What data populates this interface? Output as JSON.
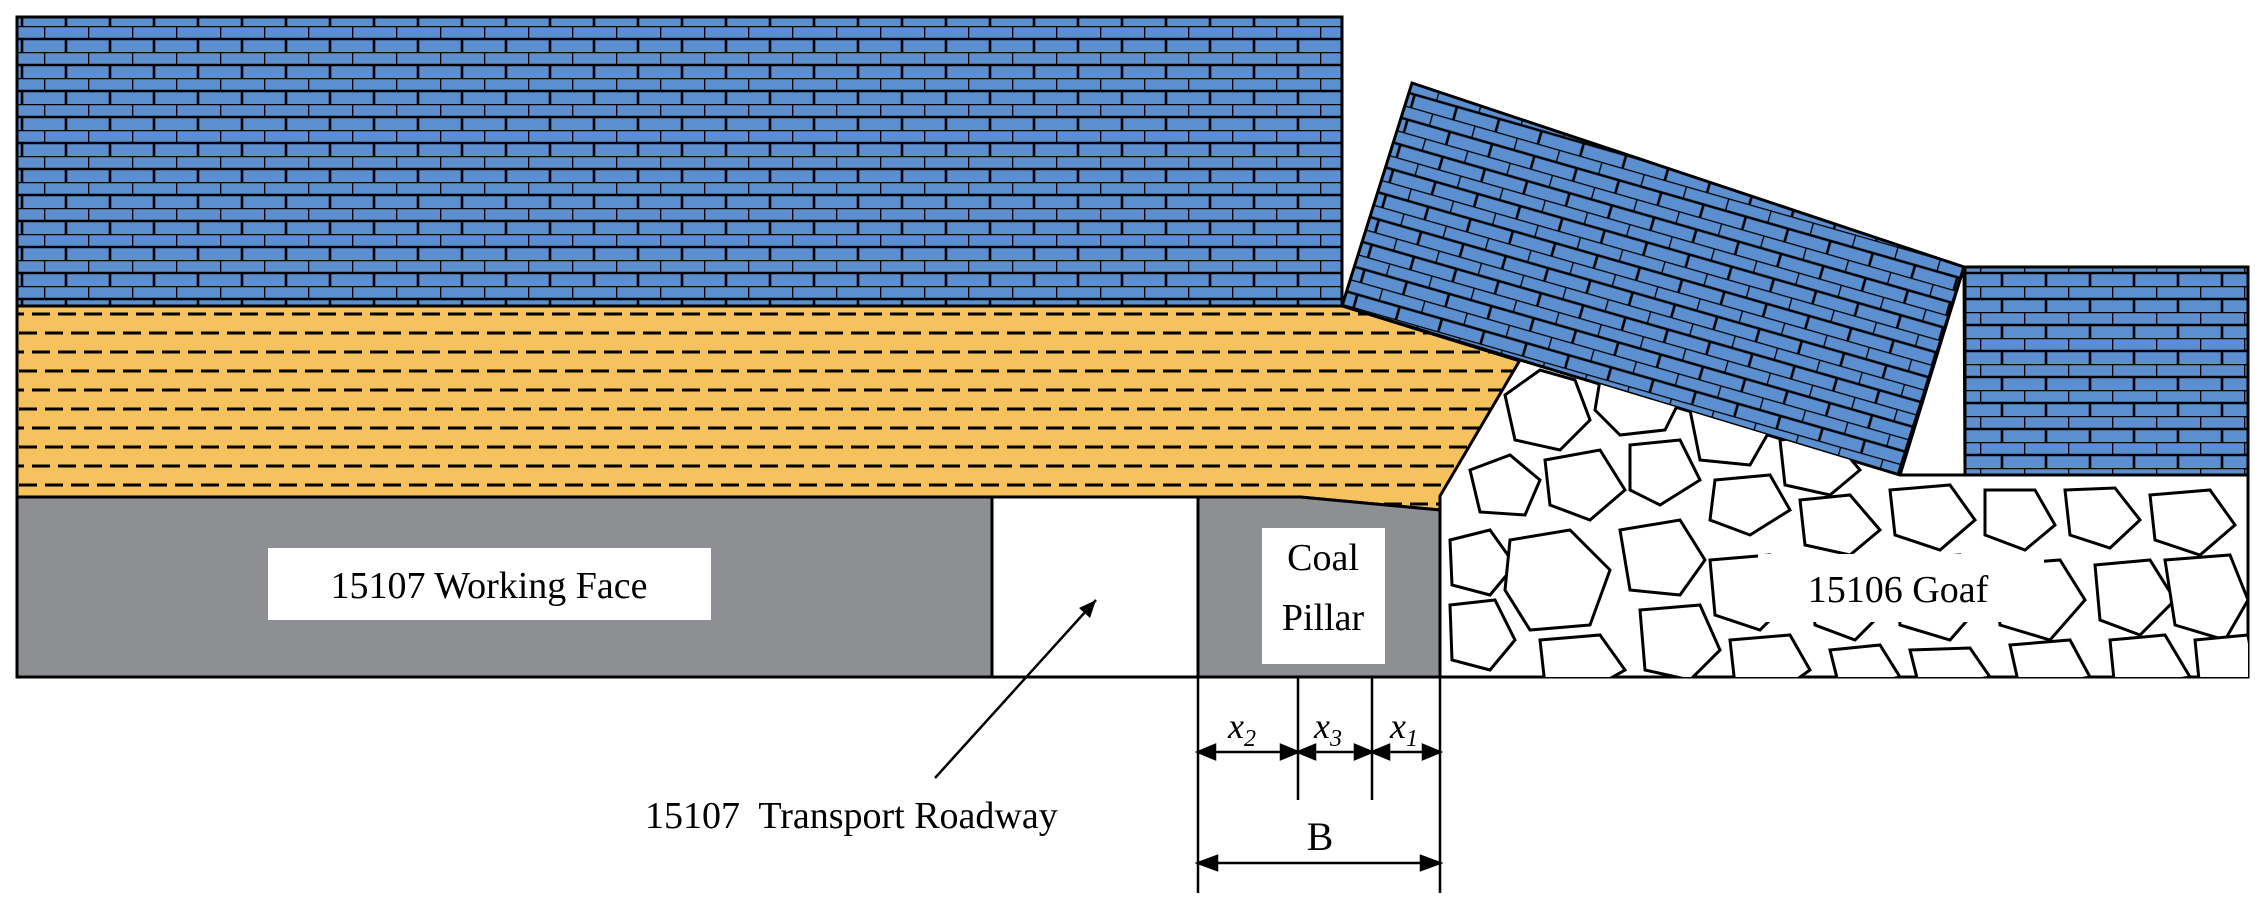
{
  "labels": {
    "working_face": "15107 Working Face",
    "roadway": "15107  Transport Roadway",
    "pillar_line1": "Coal",
    "pillar_line2": "Pillar",
    "goaf": "15106 Goaf",
    "dim_x1": "x",
    "dim_x1_sub": "1",
    "dim_x2": "x",
    "dim_x2_sub": "2",
    "dim_x3": "x",
    "dim_x3_sub": "3",
    "dim_B": "B"
  },
  "colors": {
    "limestone": "#5b8fd0",
    "sandstone": "#f5c25e",
    "coal": "#8e8f92",
    "outline": "#000000",
    "background": "#ffffff"
  },
  "layers": [
    "limestone roof",
    "mudstone/sandstone",
    "coal seam",
    "goaf rubble"
  ]
}
